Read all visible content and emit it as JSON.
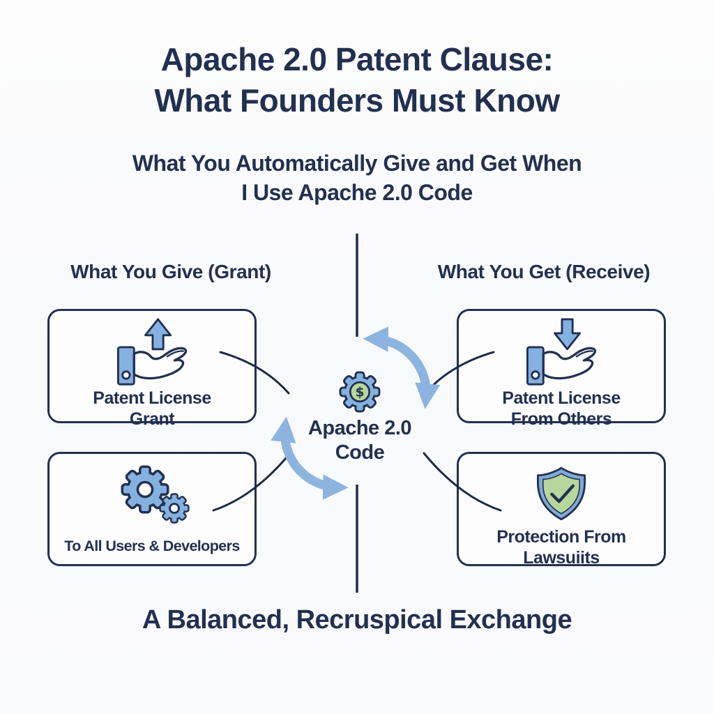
{
  "page": {
    "title_line1": "Apache 2.0 Patent Clause:",
    "title_line2": "What Founders Must Know",
    "subtitle_line1": "What You Automatically Give and Get When",
    "subtitle_line2": "I Use Apache 2.0 Code",
    "tagline": "A Balanced, Recruspical Exchange"
  },
  "columns": {
    "left": {
      "header": "What You Give (Grant)"
    },
    "right": {
      "header": "What You Get (Receive)"
    }
  },
  "boxes": [
    {
      "id": "give-grant",
      "icon": "hand-give-up-arrow-icon",
      "label_line1": "Patent License",
      "label_line2": "Grant"
    },
    {
      "id": "give-scope",
      "icon": "gears-icon",
      "label_line1": "To All Users & Developers",
      "label_line2": ""
    },
    {
      "id": "get-license",
      "icon": "hand-receive-down-arrow-icon",
      "label_line1": "Patent License",
      "label_line2": "From Others"
    },
    {
      "id": "get-protection",
      "icon": "shield-check-icon",
      "label_line1": "Protection From",
      "label_line2": "Lawsuiits"
    }
  ],
  "center": {
    "icon": "gear-dollar-icon",
    "dollar_symbol": "$",
    "label_line1": "Apache 2.0",
    "label_line2": "Code"
  },
  "colors": {
    "navy_text": "#223050",
    "icon_blue": "#85b1e0",
    "arrow_blue": "#8cb4df",
    "accent_green": "#b7d69b",
    "card_background": "#fdfdfe",
    "page_background": "#f9fafb"
  }
}
